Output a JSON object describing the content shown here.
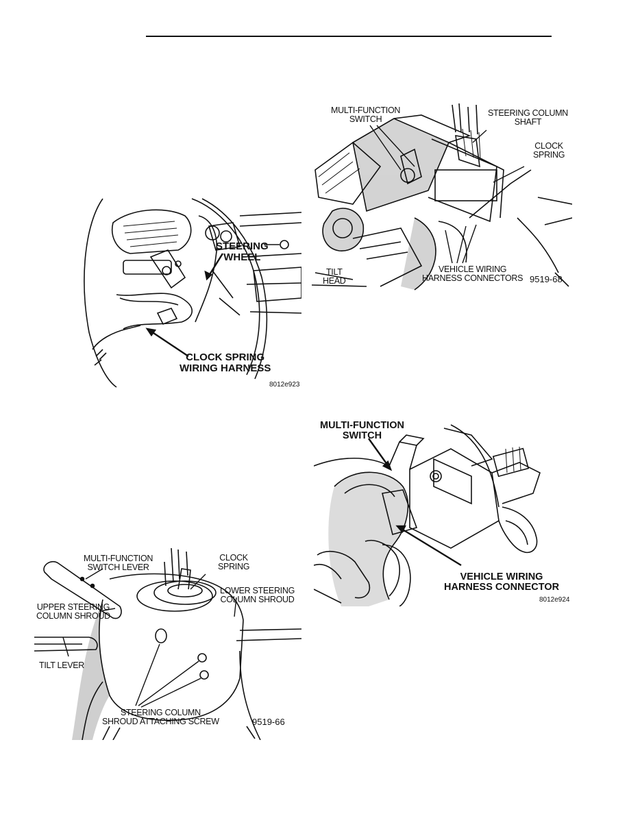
{
  "figures": [
    {
      "id": "fig1",
      "callouts": {
        "steering_wheel": "STEERING\nWHEEL",
        "clock_spring_harness": "CLOCK SPRING\nWIRING HARNESS"
      },
      "code": "8012e923"
    },
    {
      "id": "fig2",
      "callouts": {
        "multi_function_switch": "MULTI-FUNCTION\nSWITCH",
        "steering_column_shaft": "STEERING COLUMN\nSHAFT",
        "clock_spring": "CLOCK\nSPRING",
        "tilt_head": "TILT\nHEAD",
        "vehicle_wiring_connectors": "VEHICLE WIRING\nHARNESS CONNECTORS"
      },
      "code": "9519-68"
    },
    {
      "id": "fig3",
      "callouts": {
        "multi_function_switch": "MULTI-FUNCTION\nSWITCH",
        "vehicle_wiring_connector": "VEHICLE WIRING\nHARNESS CONNECTOR"
      },
      "code": "8012e924"
    },
    {
      "id": "fig4",
      "callouts": {
        "multi_function_switch_lever": "MULTI-FUNCTION\nSWITCH LEVER",
        "clock_spring": "CLOCK\nSPRING",
        "lower_shroud": "LOWER STEERING\nCOLUMN SHROUD",
        "upper_shroud": "UPPER STEERING\nCOLUMN SHROUD",
        "tilt_lever": "TILT LEVER",
        "shroud_screw": "STEERING COLUMN\nSHROUD ATTACHING SCREW"
      },
      "code": "9519-66"
    }
  ]
}
